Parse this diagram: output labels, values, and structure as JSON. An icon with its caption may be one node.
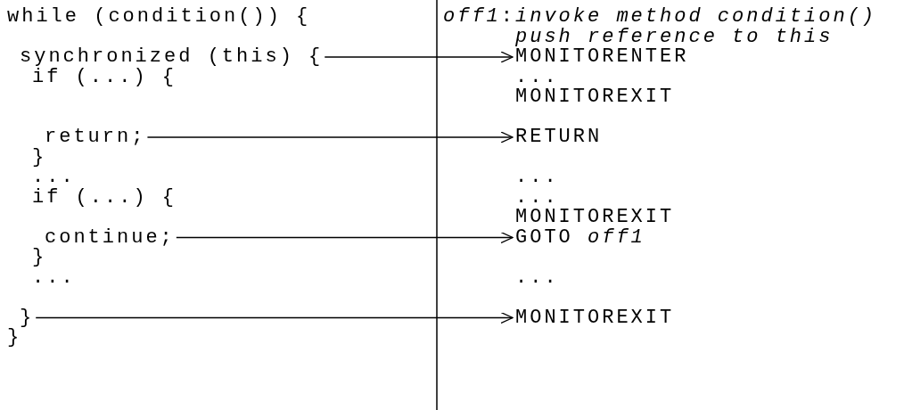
{
  "diagram": {
    "nodes": [
      {
        "text": [
          "synchronized (this) {"
        ]
      },
      {
        "text": [
          "MONITORENTER"
        ]
      },
      {
        "text": [
          "return;"
        ]
      },
      {
        "text": [
          "RETURN"
        ]
      },
      {
        "text": [
          "continue;"
        ]
      },
      {
        "text": [
          "GOTO *off1*"
        ]
      },
      {
        "text": [
          "}"
        ]
      },
      {
        "text": [
          "MONITOREXIT"
        ]
      }
    ],
    "edges": [
      {
        "from": 0,
        "to": 1,
        "arrow": "to"
      },
      {
        "from": 2,
        "to": 3,
        "arrow": "to"
      },
      {
        "from": 4,
        "to": 5,
        "arrow": "to"
      },
      {
        "from": 6,
        "to": 7,
        "arrow": "to"
      }
    ],
    "labels": [
      "while (condition()) {",
      "*off1*:",
      "invoke method condition()",
      "push reference to this",
      "if (...) {",
      "...",
      "MONITOREXIT",
      "}",
      "...",
      "...",
      "if (...) {",
      "...",
      "MONITOREXIT",
      "}",
      "...",
      "...",
      "}"
    ]
  }
}
